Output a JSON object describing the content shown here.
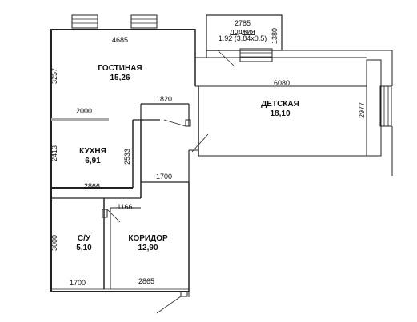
{
  "rooms": {
    "living": {
      "name": "ГОСТИНАЯ",
      "area": "15,26"
    },
    "kids": {
      "name": "ДЕТСКАЯ",
      "area": "18,10"
    },
    "kitchen": {
      "name": "КУХНЯ",
      "area": "6,91"
    },
    "bath": {
      "name": "С/У",
      "area": "5,10"
    },
    "corridor": {
      "name": "КОРИДОР",
      "area": "12,90"
    }
  },
  "loggia": {
    "width": "2785",
    "label": "лоджия",
    "detail": "1.92 (3.84х0.5)",
    "depth": "1380"
  },
  "dimensions": {
    "living_width": "4685",
    "living_height": "3257",
    "partition": "2000",
    "doorway": "1820",
    "kids_width": "6080",
    "kids_height": "2977",
    "kitchen_height_left": "2413",
    "kitchen_height_right": "2533",
    "corridor_top": "1700",
    "kitchen_width": "2866",
    "corridor_step": "1166",
    "bath_height": "3000",
    "bath_width": "1700",
    "corridor_width": "2865"
  }
}
